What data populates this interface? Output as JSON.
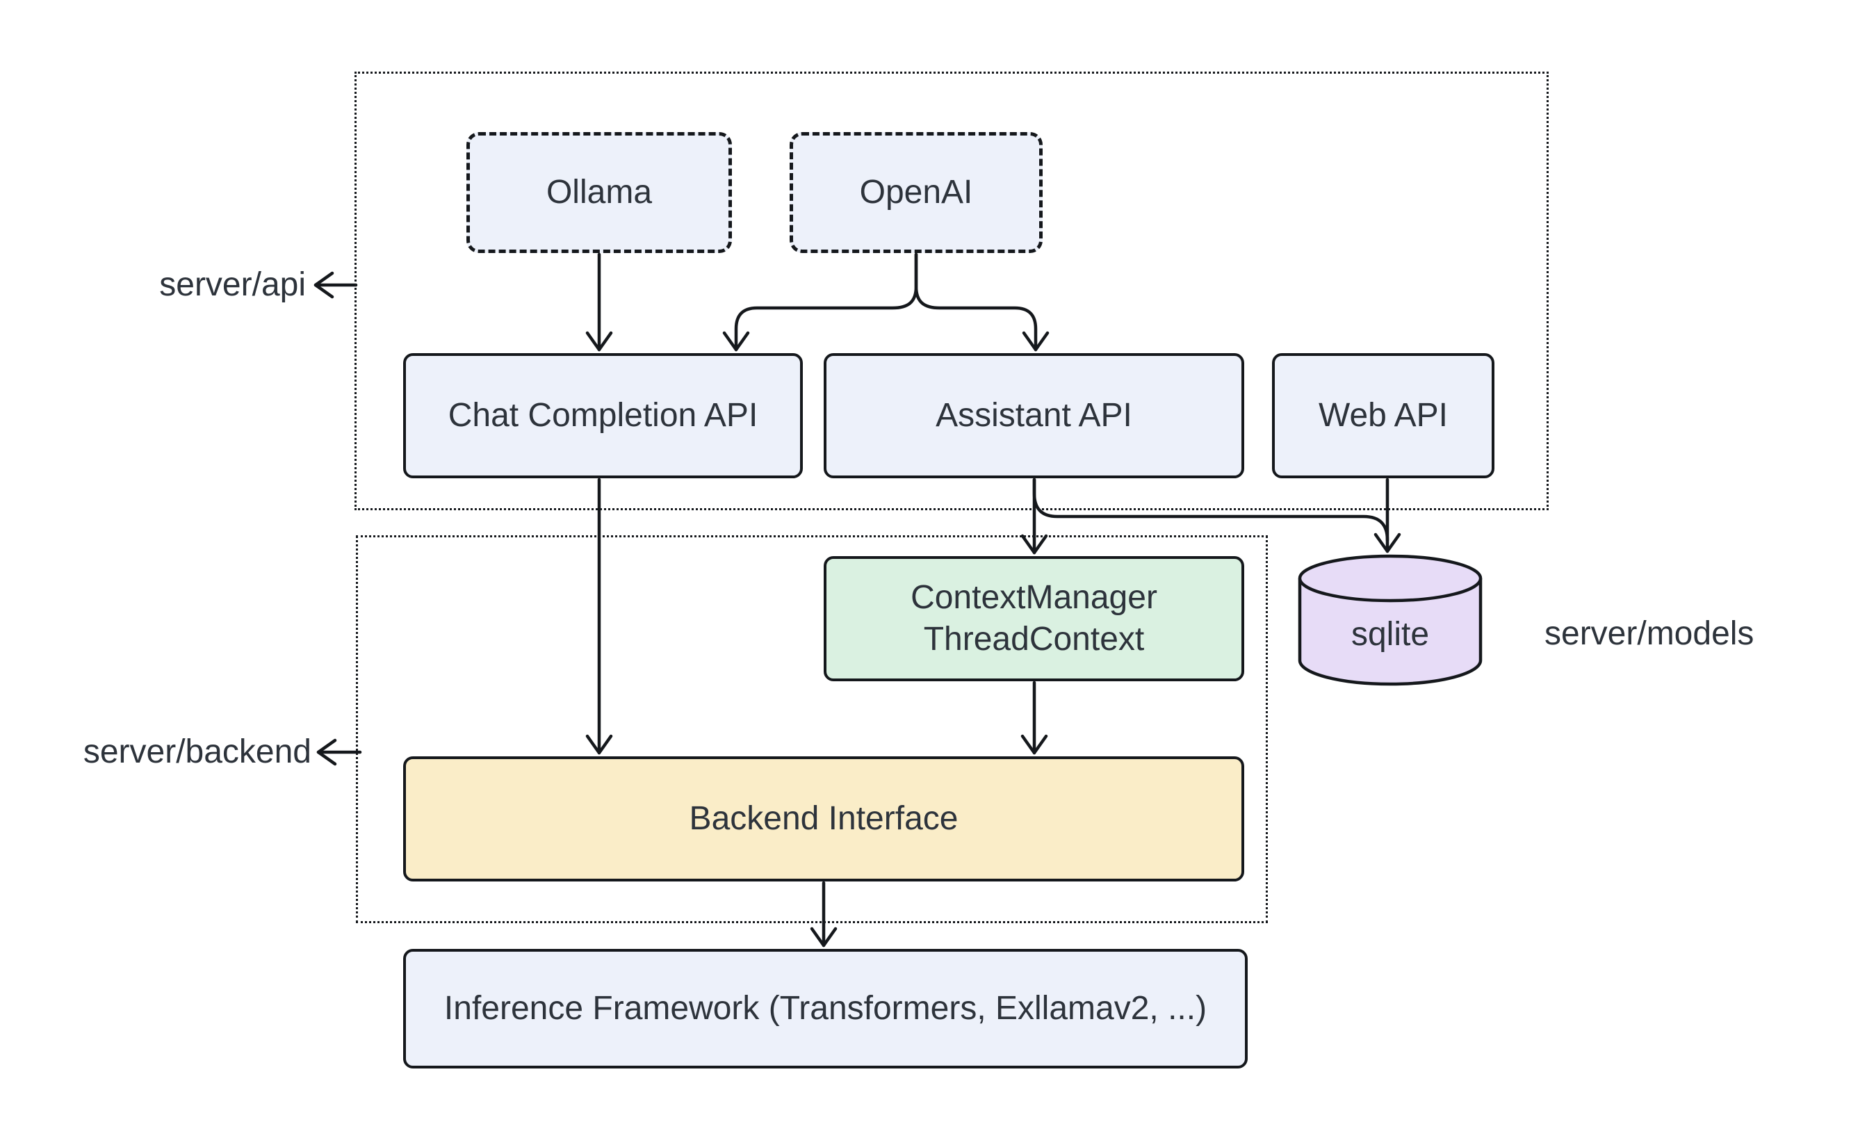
{
  "diagram_title": "server architecture flowchart",
  "nodes": {
    "ollama": {
      "label": "Ollama",
      "style": "dashed",
      "fill": "#edf1fa"
    },
    "openai": {
      "label": "OpenAI",
      "style": "dashed",
      "fill": "#edf1fa"
    },
    "chat_completion_api": {
      "label": "Chat Completion API",
      "fill": "#edf1fa"
    },
    "assistant_api": {
      "label": "Assistant API",
      "fill": "#edf1fa"
    },
    "web_api": {
      "label": "Web API",
      "fill": "#edf1fa"
    },
    "context_manager": {
      "line1": "ContextManager",
      "line2": "ThreadContext",
      "fill": "#daf1e1"
    },
    "backend_interface": {
      "label": "Backend Interface",
      "fill": "#faedc8"
    },
    "inference_framework": {
      "label": "Inference Framework (Transformers, Exllamav2, ...)",
      "fill": "#edf1fa"
    },
    "sqlite": {
      "label": "sqlite",
      "shape": "cylinder",
      "fill": "#e7dcf7"
    }
  },
  "group_labels": {
    "server_api": "server/api",
    "server_backend": "server/backend",
    "server_models": "server/models"
  },
  "edges": [
    {
      "from": "ollama",
      "to": "chat_completion_api"
    },
    {
      "from": "openai",
      "to": "chat_completion_api"
    },
    {
      "from": "openai",
      "to": "assistant_api"
    },
    {
      "from": "chat_completion_api",
      "to": "backend_interface"
    },
    {
      "from": "assistant_api",
      "to": "context_manager"
    },
    {
      "from": "assistant_api",
      "to": "sqlite"
    },
    {
      "from": "web_api",
      "to": "sqlite"
    },
    {
      "from": "context_manager",
      "to": "backend_interface"
    },
    {
      "from": "backend_interface",
      "to": "inference_framework"
    }
  ],
  "colors": {
    "background": "#ffffff",
    "line": "#15181c",
    "text": "#2d333b",
    "node_blue": "#edf1fa",
    "node_green": "#daf1e1",
    "node_yellow": "#faedc8",
    "node_purple": "#e7dcf7"
  }
}
